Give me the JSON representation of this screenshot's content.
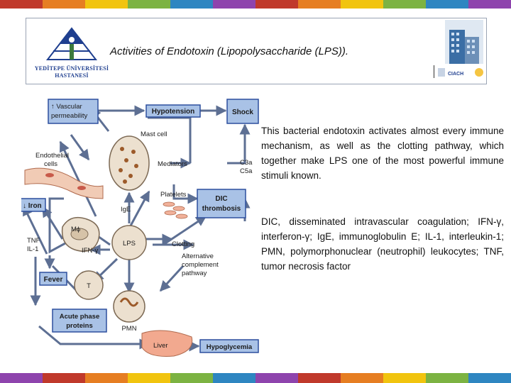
{
  "header": {
    "title": "Activities of Endotoxin (Lipopolysaccharide (LPS)).",
    "logo_line1": "YEDİTEPE ÜNİVERSİTESİ",
    "logo_line2": "HASTANESİ",
    "partner_text": "CIACH"
  },
  "description": {
    "paragraph1": "This bacterial endotoxin activates almost every immune mechanism, as well as the clotting pathway, which together make LPS one of the most powerful immune stimuli known.",
    "paragraph2": "DIC, disseminated intravascular coagulation; IFN-γ, interferon-γ; IgE, immunoglobulin E; IL-1, interleukin-1; PMN, polymorphonuclear (neutrophil) leukocytes; TNF, tumor necrosis factor"
  },
  "diagram": {
    "vascular": "↑ Vascular permeability",
    "hypotension": "Hypotension",
    "shock": "Shock",
    "mast_cell": "Mast cell",
    "endothelial": "Endothelial cells",
    "mediators": "Mediators",
    "c3a": "C3a",
    "c5a": "C5a",
    "platelets": "Platelets",
    "dic": "DIC thrombosis",
    "iron": "↓ Iron",
    "macrophage": "Mϕ",
    "ige": "IgE",
    "tnf": "TNF IL-1",
    "lps": "LPS",
    "clotting": "Clotting",
    "ifn": "IFN-γ",
    "alt": "Alternative complement pathway",
    "fever": "Fever",
    "t_cell": "T",
    "acute": "Acute phase proteins",
    "pmn": "PMN",
    "liver": "Liver",
    "hypoglycemia": "Hypoglycemia"
  },
  "colors": {
    "box_fill": "#a9c2e6",
    "box_stroke": "#2d4f9e",
    "arrow": "#5d6f93",
    "cell_fill": "#ece0cf",
    "liver_fill": "#f2a98f",
    "stripe": [
      "#c0392b",
      "#e67e22",
      "#f1c40f",
      "#7cb342",
      "#2e86c1",
      "#8e44ad"
    ]
  }
}
